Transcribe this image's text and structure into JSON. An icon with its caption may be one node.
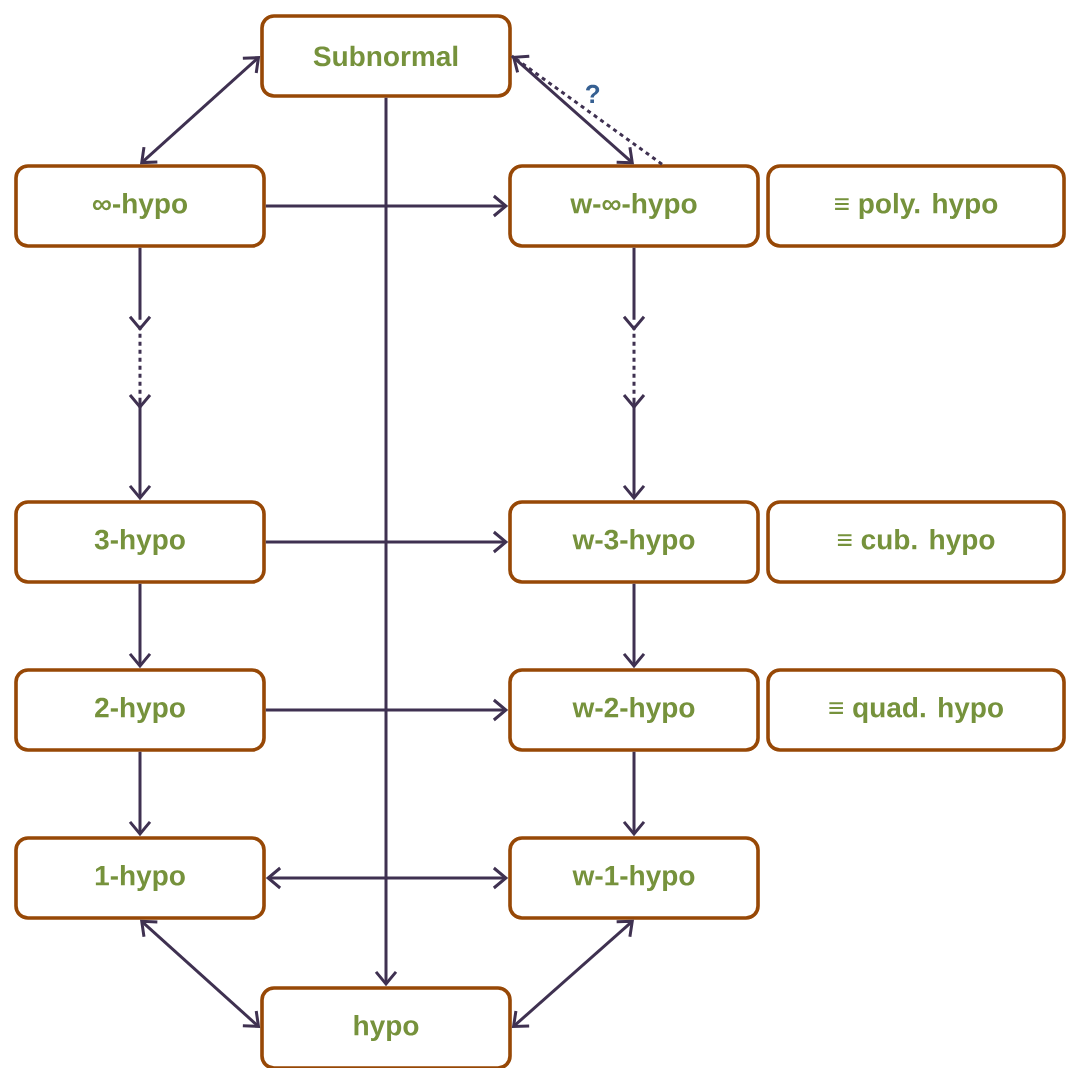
{
  "diagram": {
    "nodes": [
      {
        "text": [
          "Subnormal"
        ]
      },
      {
        "text": [
          "∞-hypo"
        ]
      },
      {
        "text": [
          "w-∞-hypo"
        ]
      },
      {
        "text": [
          "≡ poly. hypo"
        ]
      },
      {
        "text": [
          "3-hypo"
        ]
      },
      {
        "text": [
          "w-3-hypo"
        ]
      },
      {
        "text": [
          "≡ cub. hypo"
        ]
      },
      {
        "text": [
          "2-hypo"
        ]
      },
      {
        "text": [
          "w-2-hypo"
        ]
      },
      {
        "text": [
          "≡ quad. hypo"
        ]
      },
      {
        "text": [
          "1-hypo"
        ]
      },
      {
        "text": [
          "w-1-hypo"
        ]
      },
      {
        "text": [
          "hypo"
        ]
      }
    ],
    "edges": [
      {
        "from": 0,
        "to": 1,
        "arrow": "both"
      },
      {
        "from": 0,
        "to": 2,
        "arrow": "to"
      },
      {
        "from": 2,
        "to": 0,
        "arrow": "to",
        "style": "dashed",
        "label": "?"
      },
      {
        "from": 0,
        "to": 12,
        "arrow": "to"
      },
      {
        "from": 1,
        "to": 2,
        "arrow": "to"
      },
      {
        "from": 1,
        "to": 4,
        "arrow": "to",
        "style": "dashed"
      },
      {
        "from": 2,
        "to": 5,
        "arrow": "to",
        "style": "dashed"
      },
      {
        "from": 4,
        "to": 5,
        "arrow": "to"
      },
      {
        "from": 4,
        "to": 7,
        "arrow": "to"
      },
      {
        "from": 5,
        "to": 8,
        "arrow": "to"
      },
      {
        "from": 7,
        "to": 8,
        "arrow": "to"
      },
      {
        "from": 7,
        "to": 10,
        "arrow": "to"
      },
      {
        "from": 8,
        "to": 11,
        "arrow": "to"
      },
      {
        "from": 10,
        "to": 11,
        "arrow": "both"
      },
      {
        "from": 10,
        "to": 12,
        "arrow": "both"
      },
      {
        "from": 11,
        "to": 12,
        "arrow": "both"
      }
    ]
  }
}
